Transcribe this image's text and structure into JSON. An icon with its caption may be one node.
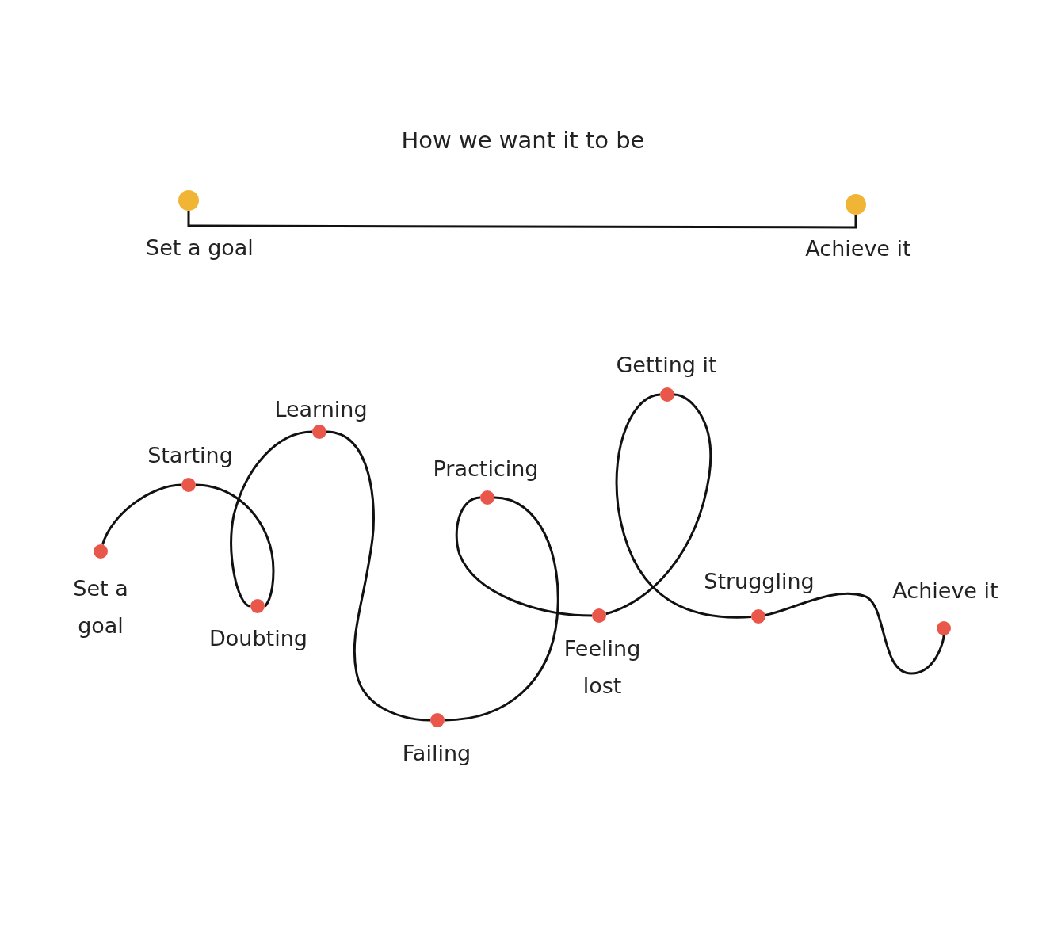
{
  "diagram": {
    "title": "How we want it to be",
    "nodes": [
      {
        "text": [],
        "shape": "circle",
        "beside": [
          "Set a goal"
        ]
      },
      {
        "text": [],
        "shape": "circle",
        "beside": [
          "Achieve it"
        ]
      },
      {
        "text": [],
        "shape": "circle",
        "beside": [
          "Set a goal"
        ]
      },
      {
        "text": [],
        "shape": "circle",
        "beside": [
          "Starting"
        ]
      },
      {
        "text": [],
        "shape": "circle",
        "beside": [
          "Doubting"
        ]
      },
      {
        "text": [],
        "shape": "circle",
        "beside": [
          "Learning"
        ]
      },
      {
        "text": [],
        "shape": "circle",
        "beside": [
          "Failing"
        ]
      },
      {
        "text": [],
        "shape": "circle",
        "beside": [
          "Practicing"
        ]
      },
      {
        "text": [],
        "shape": "circle",
        "beside": [
          "Feeling lost"
        ]
      },
      {
        "text": [],
        "shape": "circle",
        "beside": [
          "Getting it"
        ]
      },
      {
        "text": [],
        "shape": "circle",
        "beside": [
          "Struggling"
        ]
      },
      {
        "text": [],
        "shape": "circle",
        "beside": [
          "Achieve it"
        ]
      }
    ],
    "edges": [
      {
        "from": 0,
        "to": 1,
        "arrow": "none"
      },
      {
        "from": 2,
        "to": 3,
        "arrow": "none"
      },
      {
        "from": 3,
        "to": 4,
        "arrow": "none"
      },
      {
        "from": 4,
        "to": 5,
        "arrow": "none"
      },
      {
        "from": 5,
        "to": 6,
        "arrow": "none"
      },
      {
        "from": 6,
        "to": 7,
        "arrow": "none"
      },
      {
        "from": 7,
        "to": 8,
        "arrow": "none"
      },
      {
        "from": 8,
        "to": 9,
        "arrow": "none"
      },
      {
        "from": 9,
        "to": 10,
        "arrow": "none"
      },
      {
        "from": 10,
        "to": 11,
        "arrow": "none"
      }
    ]
  }
}
